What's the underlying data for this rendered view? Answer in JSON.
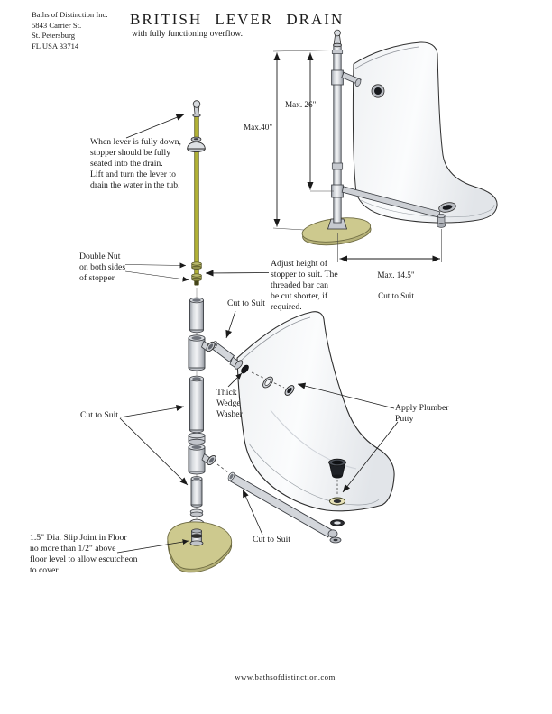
{
  "letterhead": {
    "company": "Baths of Distinction Inc.",
    "address_lines": [
      "5843 Carrier St.",
      "St. Petersburg",
      "FL USA 33714"
    ]
  },
  "title": "BRITISH LEVER DRAIN",
  "subtitle": "with fully functioning overflow.",
  "dimensions": {
    "overall_height": "Max.40\"",
    "overflow_height": "Max. 26\"",
    "drain_run_length": "Max. 14.5\"",
    "drain_run_note": "Cut to Suit"
  },
  "annotations": {
    "lever_note": "When lever is fully down,\nstopper should be fully\nseated into the drain.\nLift and turn the lever to\ndrain the water in the tub.",
    "double_nut": "Double Nut\non both sides\nof stopper",
    "adjust_height": "Adjust height of\nstopper to suit. The\nthreaded bar can\nbe cut shorter, if\nrequired.",
    "cut_to_suit_overflow": "Cut to Suit",
    "thick_wedge_washer": "Thick\nWedge\nWasher",
    "cut_to_suit_vertical": "Cut to Suit",
    "apply_plumber_putty": "Apply Plumber\nPutty",
    "slip_joint_note": "1.5\" Dia. Slip Joint in Floor\nno more than 1/2\" above\nfloor level to allow escutcheon\nto cover",
    "cut_to_suit_drain": "Cut to Suit"
  },
  "footer": {
    "url": "www.bathsofdistinction.com"
  },
  "colors": {
    "ink": "#1a1a1a",
    "threaded_rod": "#b1b135",
    "escutcheon_plate": "#cdc98e",
    "pipe_gray": "#d3d6db"
  }
}
